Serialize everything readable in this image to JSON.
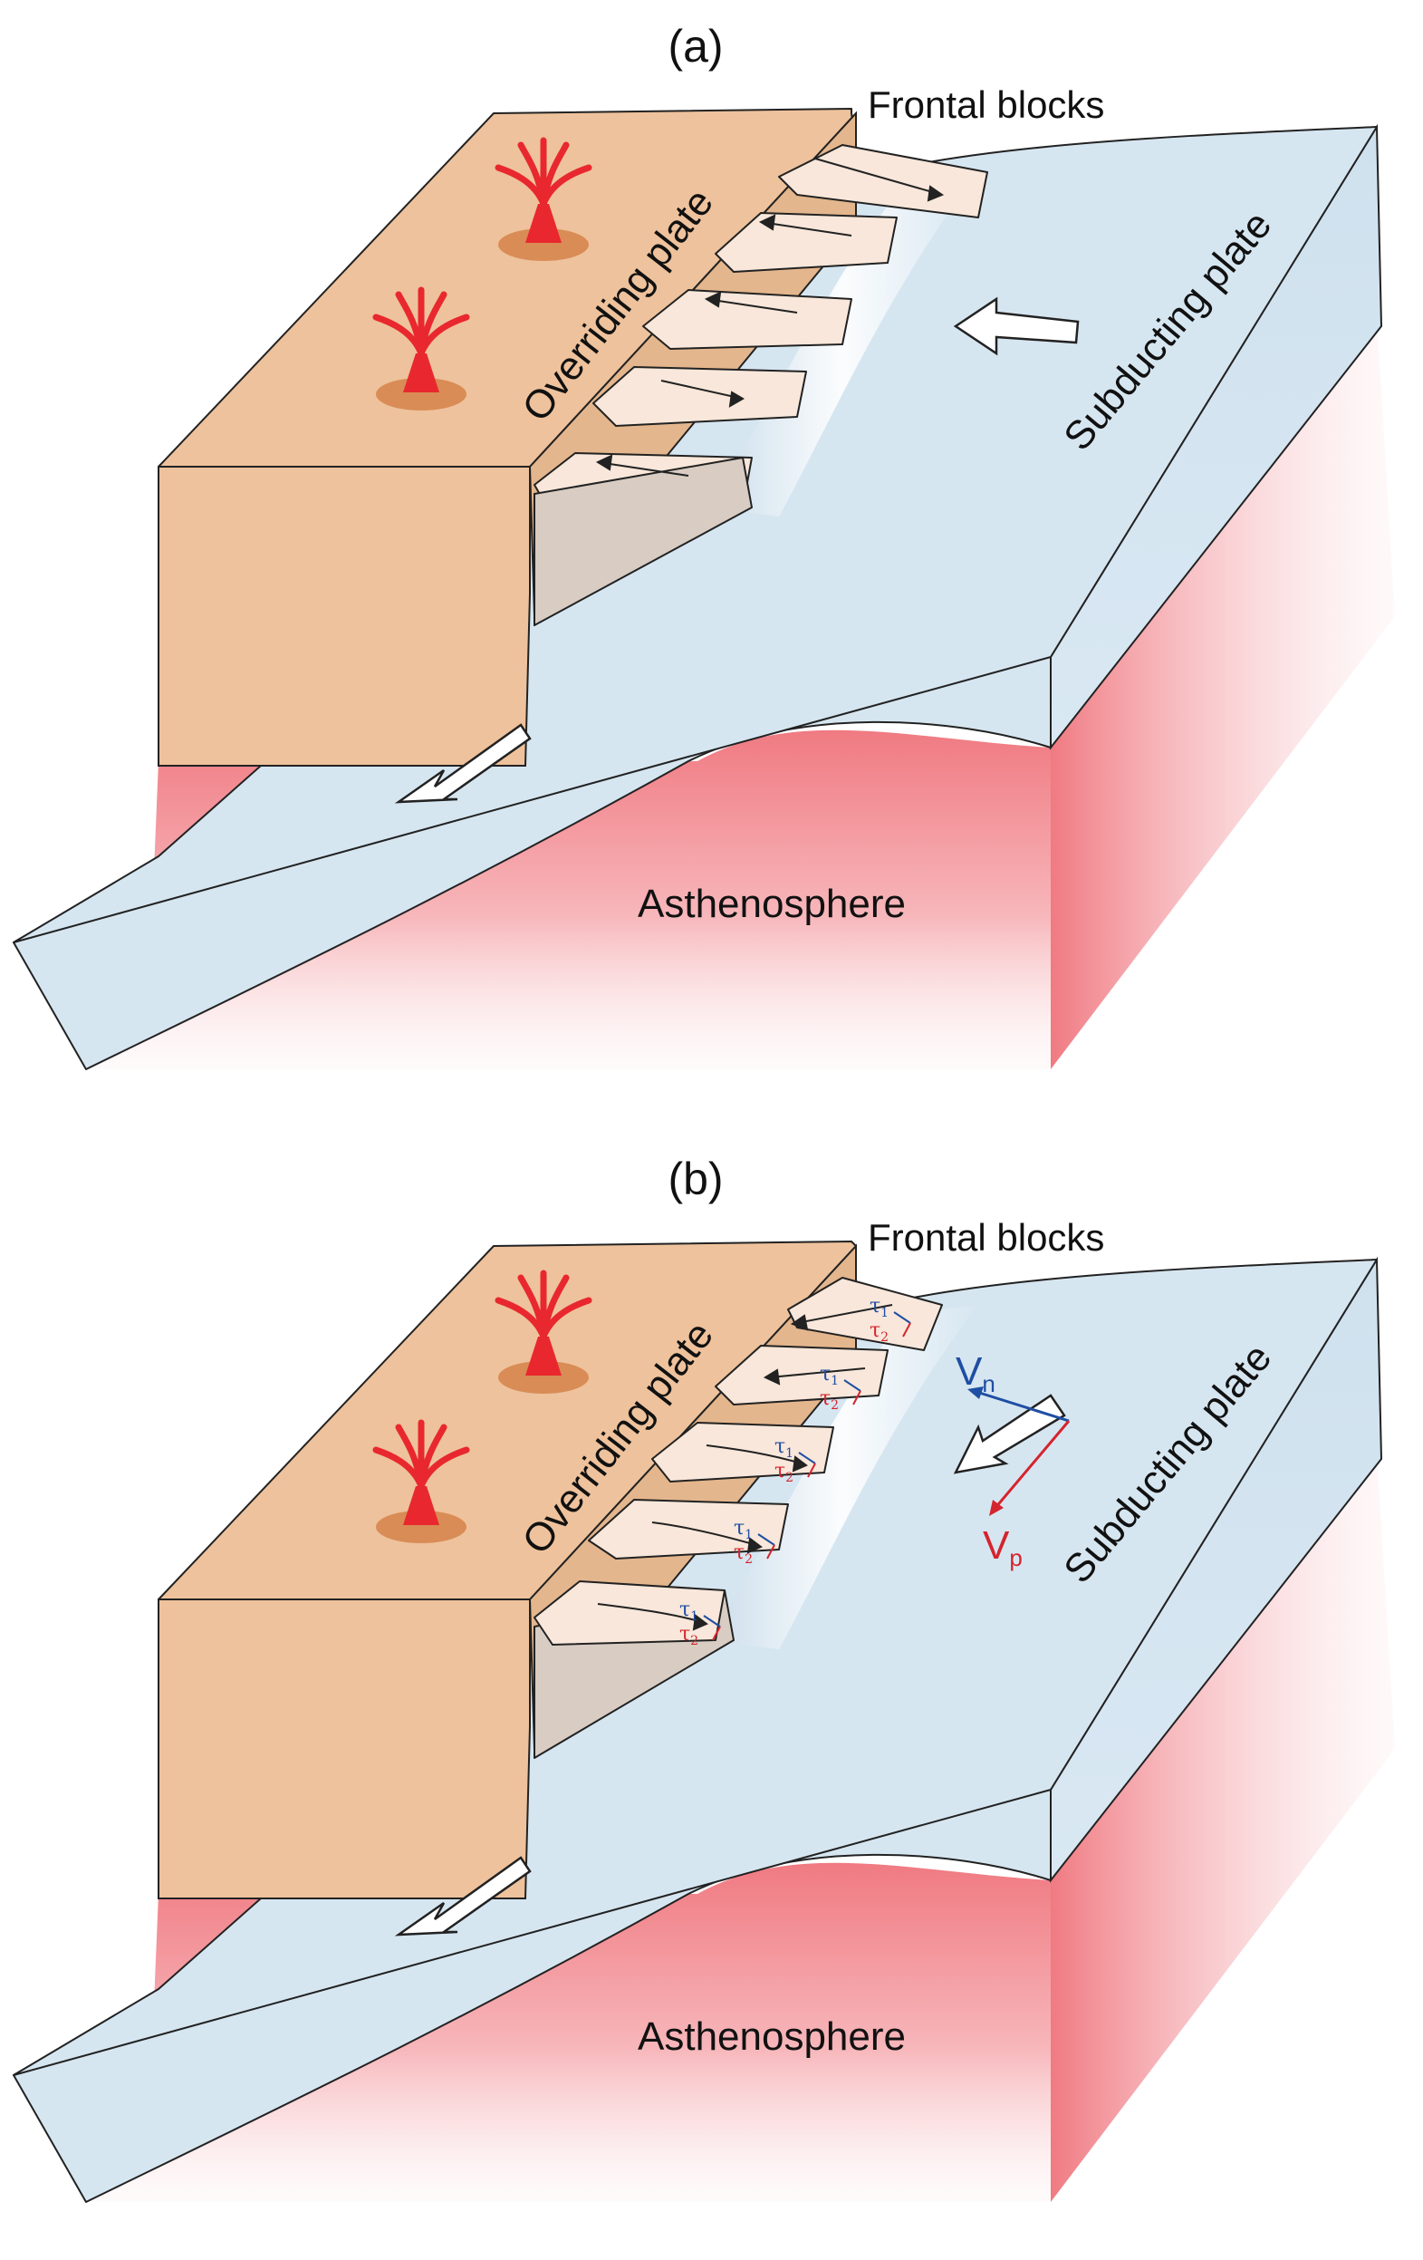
{
  "panels": [
    {
      "id": "a",
      "panel_label": "(a)",
      "frontal_blocks": "Frontal blocks",
      "overriding_plate": "Overriding plate",
      "subducting_plate": "Subducting plate",
      "asthenosphere": "Asthenosphere"
    },
    {
      "id": "b",
      "panel_label": "(b)",
      "frontal_blocks": "Frontal blocks",
      "overriding_plate": "Overriding plate",
      "subducting_plate": "Subducting plate",
      "asthenosphere": "Asthenosphere",
      "vn_symbol": "V",
      "vn_sub": "n",
      "vp_symbol": "V",
      "vp_sub": "p",
      "tau_symbol": "τ",
      "tau1_sub": "1",
      "tau2_sub": "2"
    }
  ],
  "colors": {
    "overriding_plate": "#eec29c",
    "subducting_plate": "#d6e6f1",
    "asthenosphere": "#f07a82",
    "frontal_block": "#f8e7da",
    "volcano": "#e8282e",
    "vector_normal": "#1f4ea3",
    "vector_parallel": "#d5242d"
  }
}
